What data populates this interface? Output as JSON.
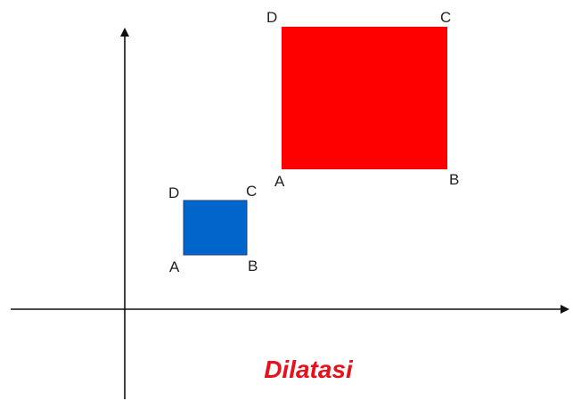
{
  "diagram": {
    "caption": "Dilatasi",
    "colors": {
      "axis": "#111111",
      "small_square": "#0066cc",
      "small_square_stroke": "#1f3d7a",
      "large_square": "#ff0000",
      "caption": "#e8101a"
    },
    "small_square": {
      "labels": {
        "A": "A",
        "B": "B",
        "C": "C",
        "D": "D"
      }
    },
    "large_square": {
      "labels": {
        "A": "A",
        "B": "B",
        "C": "C",
        "D": "D"
      }
    }
  }
}
